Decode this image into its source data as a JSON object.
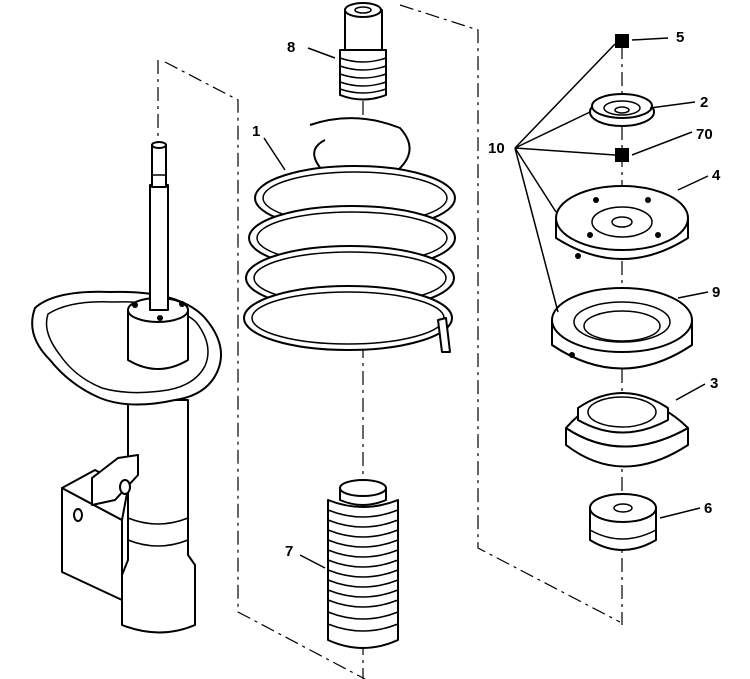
{
  "callouts": {
    "c1": "1",
    "c2": "2",
    "c3": "3",
    "c4": "4",
    "c5": "5",
    "c6": "6",
    "c7": "7",
    "c8": "8",
    "c9": "9",
    "c10": "10",
    "c70": "70"
  }
}
